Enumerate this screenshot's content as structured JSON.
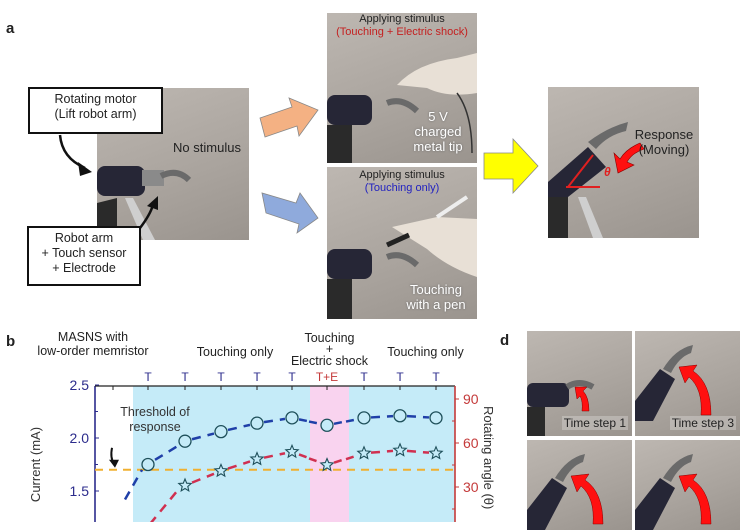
{
  "panel_a": {
    "label": "a",
    "callout_motor": [
      "Rotating motor",
      "(Lift robot arm)"
    ],
    "callout_arm": [
      "Robot arm",
      "+ Touch sensor",
      "+ Electrode"
    ],
    "no_stimulus": "No stimulus",
    "shock_title": "Applying stimulus",
    "shock_sub": "(Touching + Electric shock)",
    "shock_note": [
      "5 V",
      "charged",
      "metal tip"
    ],
    "touch_title": "Applying stimulus",
    "touch_sub": "(Touching only)",
    "touch_note": [
      "Touching",
      "with a pen"
    ],
    "response": [
      "Response",
      "(Moving)"
    ],
    "theta": "θ",
    "colors": {
      "orange_arrow": "#f4b183",
      "blue_arrow": "#8faadc",
      "yellow_arrow": "#ffff00",
      "red": "#e02020"
    }
  },
  "panel_b": {
    "label": "b",
    "group_labels": {
      "low_order": [
        "MASNS with",
        "low-order memristor"
      ],
      "touch1": "Touching only",
      "shock": [
        "Touching",
        "+",
        "Electric shock"
      ],
      "touch2": "Touching only"
    },
    "threshold_label": [
      "Threshold of",
      "response"
    ]
  },
  "panel_d": {
    "label": "d",
    "frames": [
      "Time step 1",
      "Time step 3",
      "",
      ""
    ]
  },
  "chart_data": {
    "type": "line",
    "title": "",
    "xlabel": "",
    "x_tick_labels": [
      "T",
      "T",
      "T",
      "T",
      "T",
      "T+E",
      "T",
      "T",
      "T"
    ],
    "ylabel": "Current (mA)",
    "y2label": "Rotating angle (θ)",
    "ylim": [
      1.25,
      2.5
    ],
    "y2lim": [
      13,
      97
    ],
    "yticks": [
      "1.5",
      "2.0",
      "2.5"
    ],
    "y2ticks": [
      "30",
      "60",
      "90"
    ],
    "threshold": {
      "label": "Threshold of response",
      "value_mA": 1.7,
      "color": "#f0b030"
    },
    "regions": [
      {
        "name": "touching-only",
        "from_index": 0,
        "to_index": 4,
        "color": "#c5ebf8"
      },
      {
        "name": "touching-electric-shock",
        "from_index": 5,
        "to_index": 5,
        "color": "#f9d3ef"
      },
      {
        "name": "touching-only",
        "from_index": 6,
        "to_index": 8,
        "color": "#c5ebf8"
      }
    ],
    "series": [
      {
        "name": "Current",
        "axis": "left",
        "marker": "circle",
        "color": "#1f3fa8",
        "values": [
          1.75,
          1.97,
          2.06,
          2.14,
          2.19,
          2.12,
          2.19,
          2.21,
          2.19
        ]
      },
      {
        "name": "Rotating angle",
        "axis": "right",
        "marker": "star",
        "color": "#d03050",
        "values": [
          null,
          31,
          41,
          49,
          54,
          45,
          53,
          55,
          53
        ]
      }
    ]
  }
}
